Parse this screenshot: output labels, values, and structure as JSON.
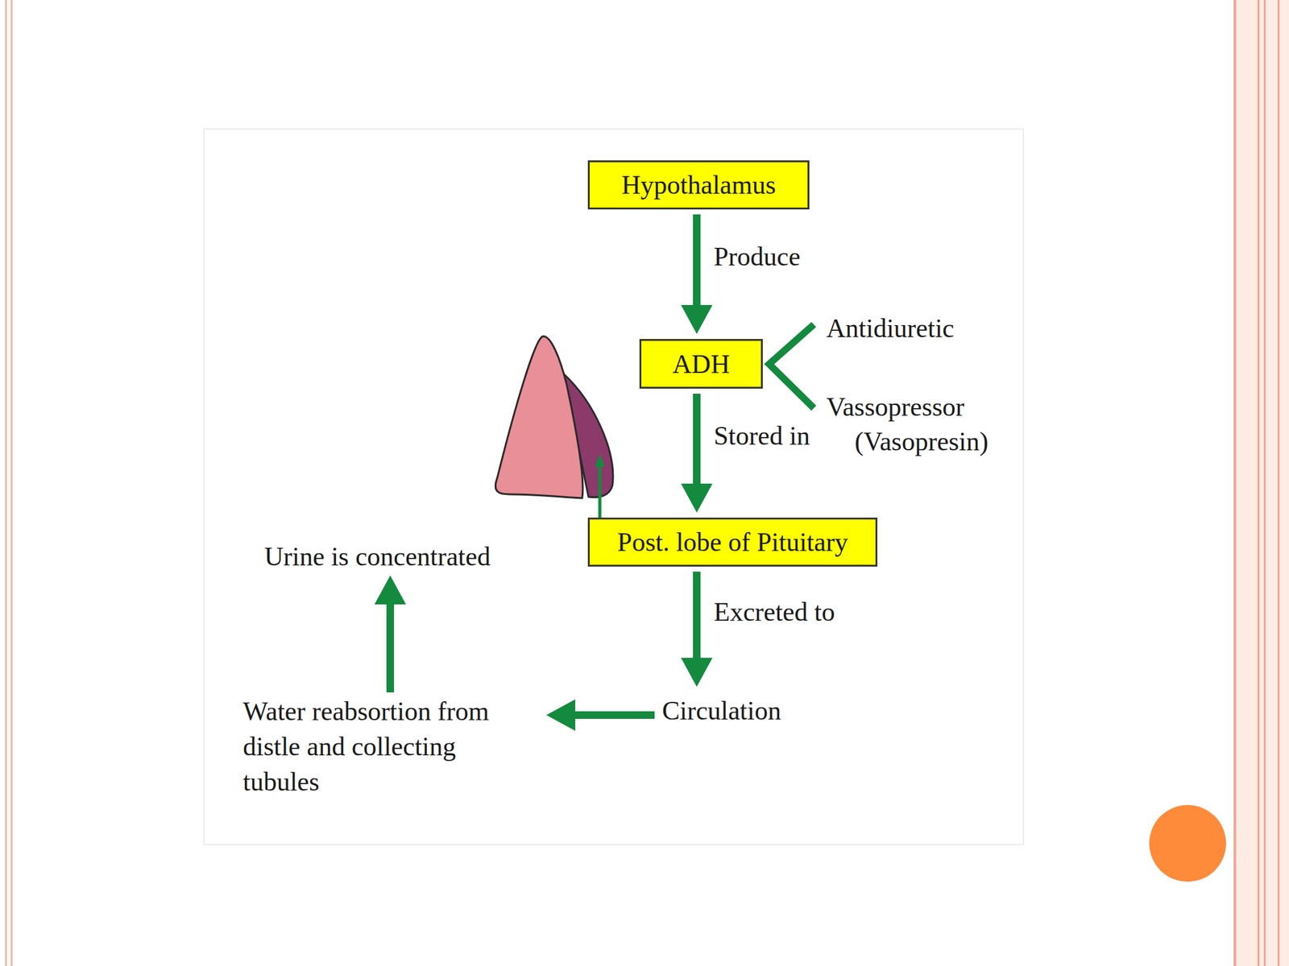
{
  "diagram": {
    "nodes": [
      {
        "text": [
          "Hypothalamus"
        ]
      },
      {
        "text": [
          "ADH"
        ]
      },
      {
        "text": [
          "Post. lobe of Pituitary"
        ]
      },
      {
        "text": [
          "Urine is concentrated"
        ]
      },
      {
        "text": [
          "Circulation"
        ]
      },
      {
        "text": [
          "Water reabsortion from distle and collecting tubules"
        ]
      }
    ],
    "edges": [
      {
        "from": 0,
        "to": 1,
        "label": "Produce",
        "arrow": "to"
      },
      {
        "from": 1,
        "to": 2,
        "label": "Stored in",
        "arrow": "to"
      },
      {
        "from": 2,
        "to": 4,
        "label": "Excreted to",
        "arrow": "to"
      },
      {
        "from": 4,
        "to": 5,
        "arrow": "to"
      },
      {
        "from": 5,
        "to": 3,
        "arrow": "to"
      }
    ],
    "labels": [
      "Antidiuretic",
      "Vassopressor",
      "(Vasopresin)"
    ]
  }
}
